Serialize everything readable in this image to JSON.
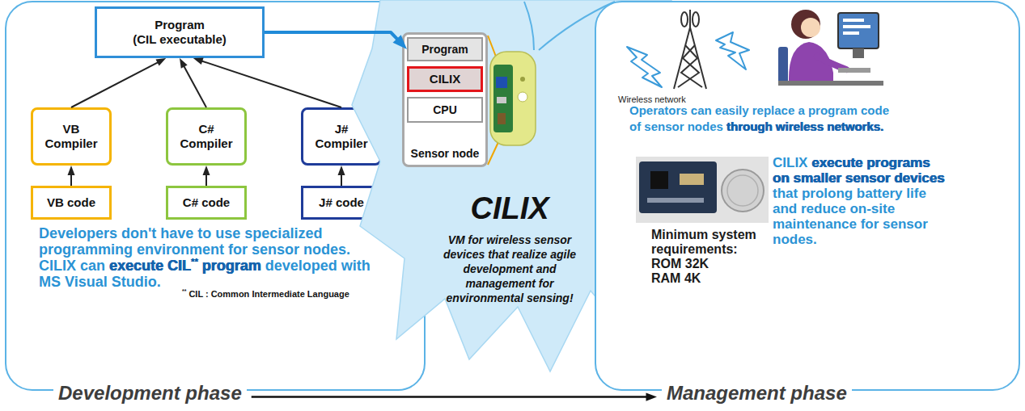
{
  "diagram": {
    "nodes": [
      {
        "text": [
          "Developers don't have to use specialized programming environment for sensor nodes.",
          "CILIX can",
          "execute CIL",
          "**",
          "program",
          "developed with MS Visual Studio.",
          "**",
          "CIL : Common Intermediate Language",
          "Development phase"
        ]
      },
      {
        "text": [
          "Program",
          "(CIL executable)"
        ],
        "in": 0
      },
      {
        "text": [
          "VB Compiler"
        ],
        "in": 0
      },
      {
        "text": [
          "C# Compiler"
        ],
        "in": 0
      },
      {
        "text": [
          "J# Compiler"
        ],
        "in": 0
      },
      {
        "text": [
          "VB code"
        ],
        "in": 0
      },
      {
        "text": [
          "C# code"
        ],
        "in": 0
      },
      {
        "text": [
          "J# code"
        ],
        "in": 0
      },
      {
        "text": [
          "CILIX",
          "VM for wireless sensor devices that realize agile development and management for environmental sensing!"
        ]
      },
      {
        "text": [
          "Sensor node"
        ]
      },
      {
        "text": [
          "Program"
        ],
        "in": 9
      },
      {
        "text": [
          "CILIX"
        ],
        "in": 9
      },
      {
        "text": [
          "CPU"
        ],
        "in": 9
      },
      {
        "text": [
          "Operators can easily replace a program code of sensor nodes",
          "through wireless networks.",
          "CILIX",
          "execute programs",
          "on smaller sensor devices",
          "that prolong battery life and reduce on-site maintenance for sensor nodes.",
          "Minimum system requirements:",
          "ROM 32K",
          "RAM 4K",
          "Management phase"
        ]
      }
    ],
    "edges": [
      {
        "from": 5,
        "to": 2,
        "arrow": "to"
      },
      {
        "from": 6,
        "to": 3,
        "arrow": "to"
      },
      {
        "from": 7,
        "to": 4,
        "arrow": "to"
      },
      {
        "from": 2,
        "to": 1,
        "arrow": "to"
      },
      {
        "from": 3,
        "to": 1,
        "arrow": "to"
      },
      {
        "from": 4,
        "to": 1,
        "arrow": "to"
      },
      {
        "from": 1,
        "to": 10,
        "arrow": "to"
      },
      {
        "from": 0,
        "to": 13,
        "arrow": "to"
      }
    ],
    "labels": [
      "Wireless network"
    ]
  }
}
